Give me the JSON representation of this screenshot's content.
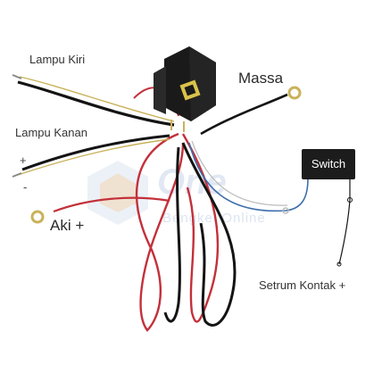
{
  "labels": {
    "lampu_kiri": "Lampu Kiri",
    "lampu_kanan": "Lampu Kanan",
    "massa": "Massa",
    "aki": "Aki +",
    "setrum_kontak": "Setrum Kontak +",
    "switch": "Switch",
    "plus": "+",
    "minus": "-"
  },
  "watermark": {
    "brand": "One",
    "tagline": "Bengkel Online"
  },
  "colors": {
    "background": "#ffffff",
    "black_wire": "#141414",
    "red_wire": "#c3303a",
    "blue_wire": "#3f6fae",
    "yellow_wire": "#c9b25a",
    "relay": "#1a1a1a",
    "watermark": "#c9d7ea"
  },
  "icons": [
    "relay-icon",
    "switch-icon",
    "ring-terminal-icon",
    "watermark-logo-icon"
  ]
}
